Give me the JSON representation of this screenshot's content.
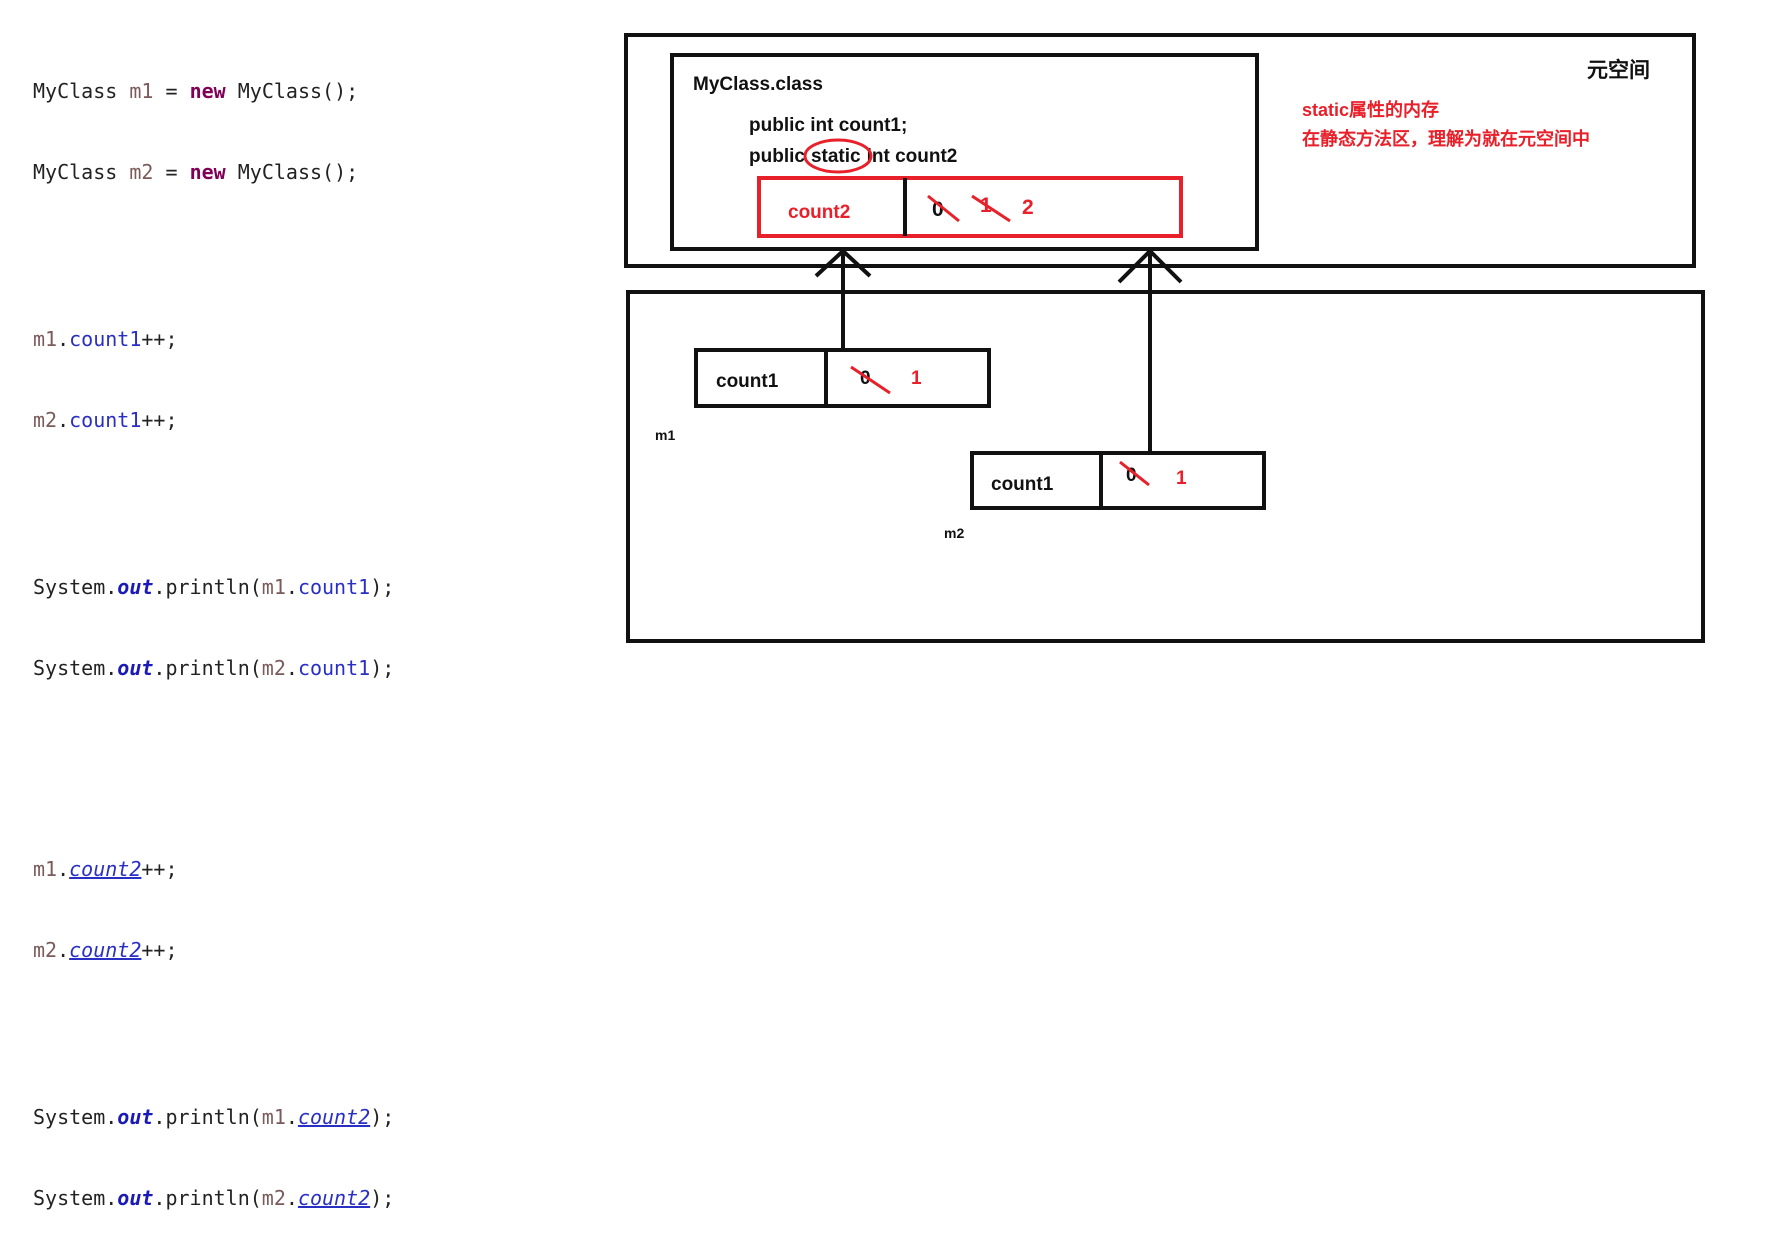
{
  "code": {
    "decl1": {
      "type": "MyClass",
      "var": "m1",
      "eq": "=",
      "kw": "new",
      "ctor": "MyClass();"
    },
    "decl2": {
      "type": "MyClass",
      "var": "m2",
      "eq": "=",
      "kw": "new",
      "ctor": "MyClass();"
    },
    "inc1": {
      "var": "m1",
      "dot": ".",
      "field": "count1",
      "op": "++;"
    },
    "inc2": {
      "var": "m2",
      "dot": ".",
      "field": "count1",
      "op": "++;"
    },
    "print1": {
      "prefix": "System.",
      "out": "out",
      "mid": ".println(",
      "var": "m1",
      "dot": ".",
      "field": "count1",
      "end": ");"
    },
    "print2": {
      "prefix": "System.",
      "out": "out",
      "mid": ".println(",
      "var": "m2",
      "dot": ".",
      "field": "count1",
      "end": ");"
    },
    "sinc1": {
      "var": "m1",
      "dot": ".",
      "field": "count2",
      "op": "++;"
    },
    "sinc2": {
      "var": "m2",
      "dot": ".",
      "field": "count2",
      "op": "++;"
    },
    "sprint1": {
      "prefix": "System.",
      "out": "out",
      "mid": ".println(",
      "var": "m1",
      "dot": ".",
      "field": "count2",
      "end": ");"
    },
    "sprint2": {
      "prefix": "System.",
      "out": "out",
      "mid": ".println(",
      "var": "m2",
      "dot": ".",
      "field": "count2",
      "end": ");"
    }
  },
  "metaspace": {
    "title": "元空间",
    "note_line1": "static属性的内存",
    "note_line2": "在静态方法区，理解为就在元空间中"
  },
  "class_box": {
    "title": "MyClass.class",
    "field1": "public int count1;",
    "field2_a": "public",
    "field2_static": "static",
    "field2_b": "int count2",
    "static_cell": {
      "name": "count2",
      "values_crossed": [
        "0",
        "1"
      ],
      "value_current": "2"
    }
  },
  "heap": {
    "m1": {
      "label": "m1",
      "field": "count1",
      "value_crossed": "0",
      "value_current": "1"
    },
    "m2": {
      "label": "m2",
      "field": "count1",
      "value_crossed": "0",
      "value_current": "1"
    }
  },
  "colors": {
    "accent_red": "#e8202a",
    "line_black": "#111111"
  }
}
